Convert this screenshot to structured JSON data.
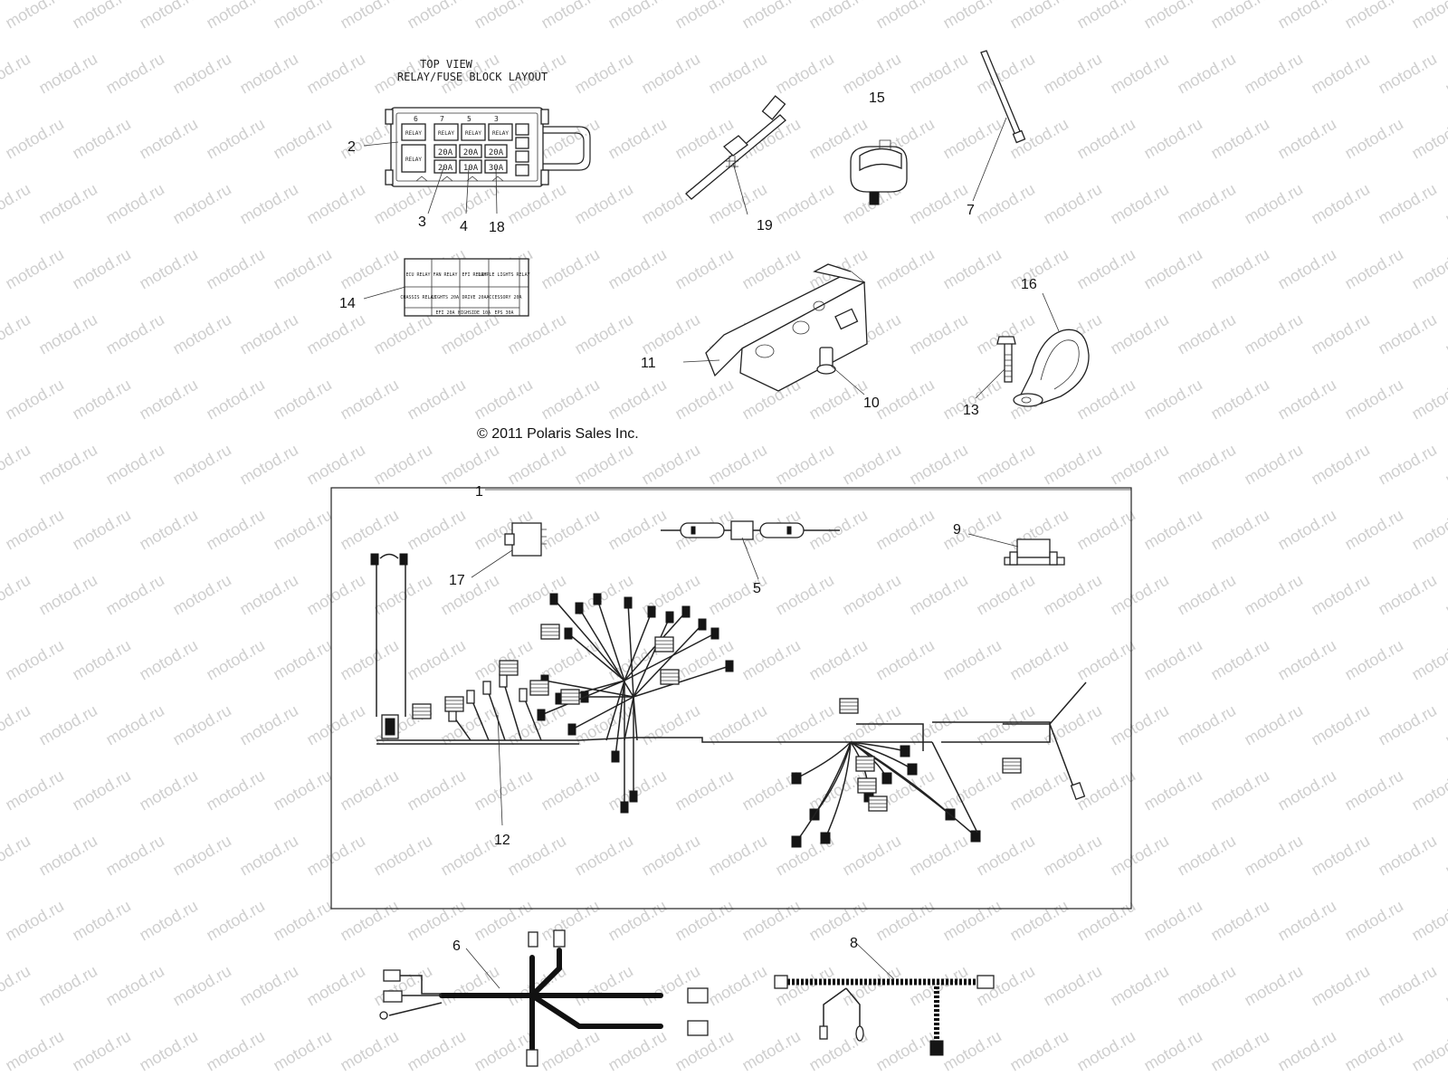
{
  "watermark": "motod.ru",
  "layout_title": {
    "line1": "TOP VIEW",
    "line2": "RELAY/FUSE BLOCK LAYOUT"
  },
  "fuse_block": {
    "row1": [
      "RELAY",
      "RELAY",
      "RELAY",
      "RELAY"
    ],
    "left_relay": "RELAY",
    "row2": [
      "20A",
      "20A",
      "20A"
    ],
    "row3": [
      "20A",
      "10A",
      "30A"
    ],
    "top_numbers": [
      "6",
      "7",
      "5",
      "3"
    ]
  },
  "label_sheet": {
    "headers": [
      "ECU RELAY",
      "FAN RELAY",
      "EFI RELAY",
      "DIMPLE LIGHTS RELAY"
    ],
    "row1": [
      "CHASSIS RELAY",
      "LIGHTS 20A",
      "DRIVE 20A",
      "ACCESSORY 20A"
    ],
    "row2": [
      "",
      "EFI 20A",
      "HIGHSIDE 10A",
      "EPS 30A"
    ]
  },
  "copyright": "© 2011 Polaris Sales Inc.",
  "callouts": {
    "c1": "1",
    "c2": "2",
    "c3": "3",
    "c4": "4",
    "c5": "5",
    "c6": "6",
    "c7": "7",
    "c8": "8",
    "c9": "9",
    "c10": "10",
    "c11": "11",
    "c12": "12",
    "c13": "13",
    "c14": "14",
    "c15": "15",
    "c16": "16",
    "c17": "17",
    "c18": "18",
    "c19": "19"
  }
}
